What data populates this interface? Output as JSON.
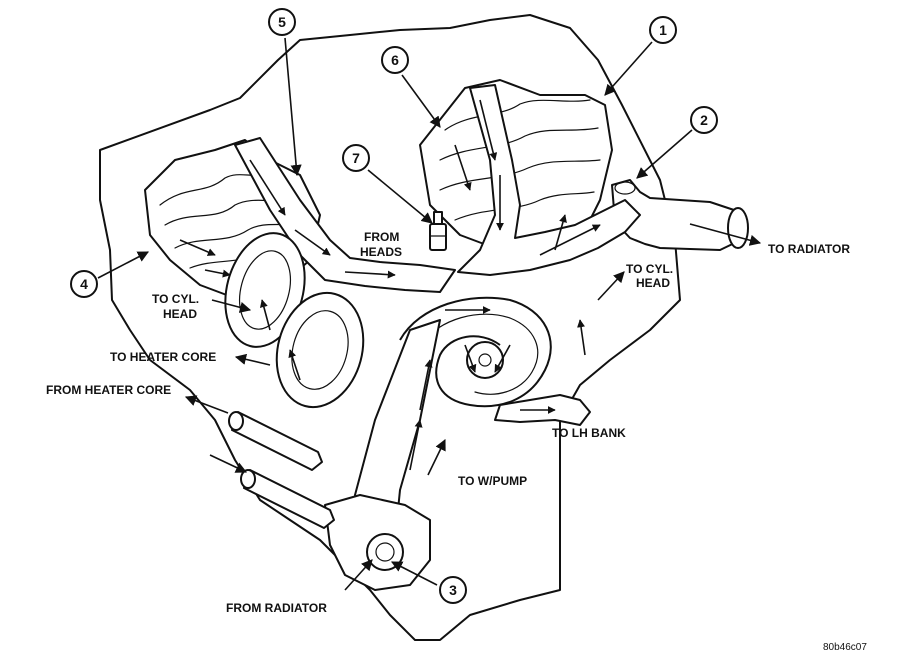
{
  "diagram": {
    "labels": {
      "to_radiator": "TO RADIATOR",
      "from_heads_1": "FROM",
      "from_heads_2": "HEADS",
      "to_cyl_head_left_1": "TO CYL.",
      "to_cyl_head_left_2": "HEAD",
      "to_cyl_head_right_1": "TO CYL.",
      "to_cyl_head_right_2": "HEAD",
      "to_heater_core": "TO HEATER CORE",
      "from_heater_core": "FROM HEATER CORE",
      "to_lh_bank": "TO LH BANK",
      "to_w_pump": "TO W/PUMP",
      "from_radiator": "FROM RADIATOR",
      "figure_code": "80b46c07"
    },
    "callouts": [
      "1",
      "2",
      "3",
      "4",
      "5",
      "6",
      "7"
    ]
  }
}
